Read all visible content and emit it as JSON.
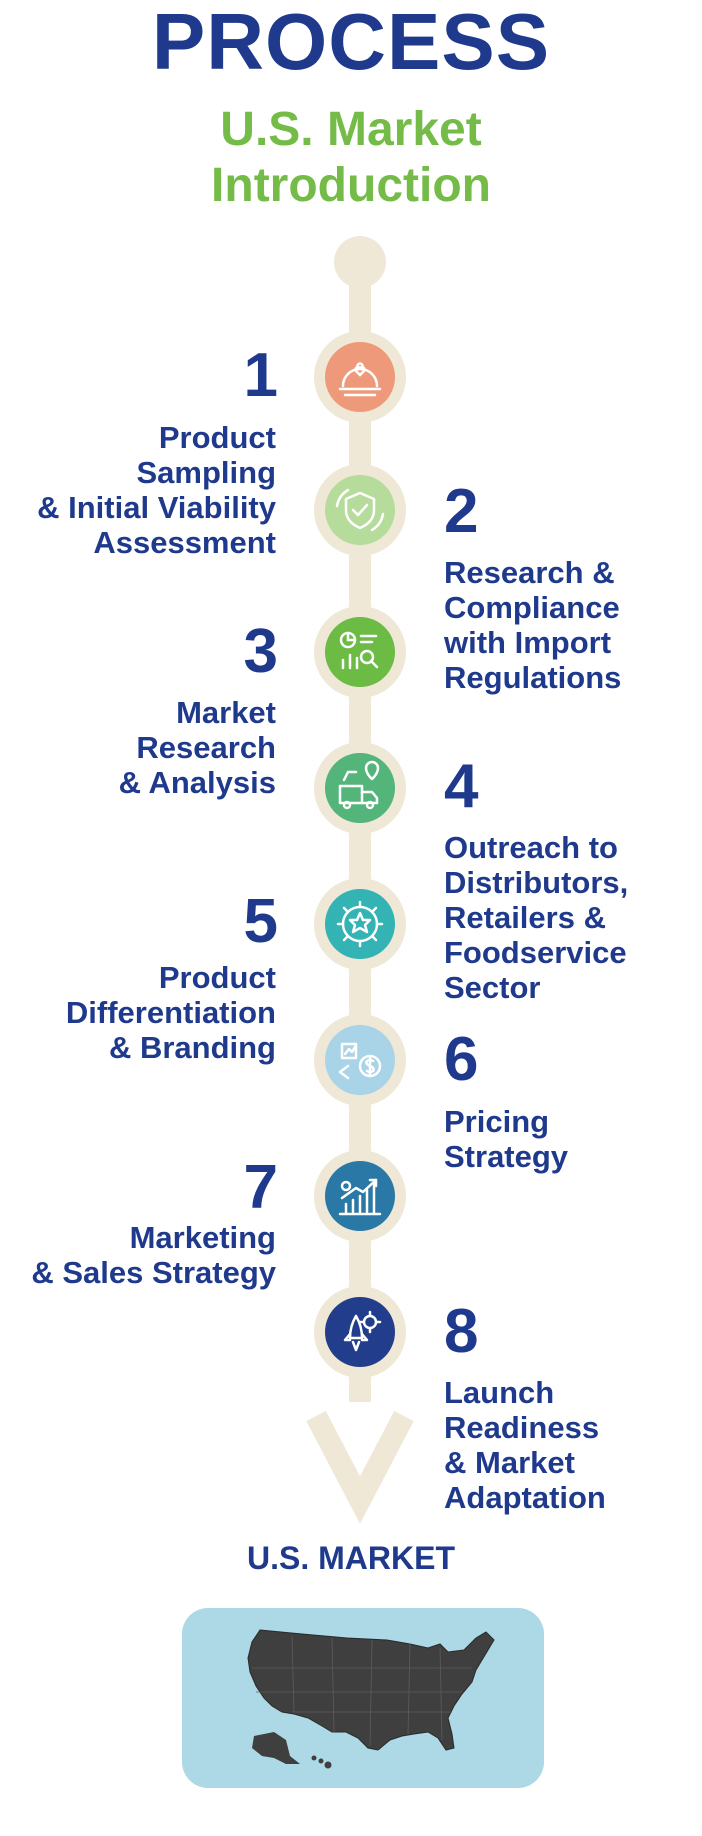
{
  "title": "PROCESS",
  "subtitle": "U.S. Market\nIntroduction",
  "steps": [
    {
      "number": "1",
      "label": "Product\nSampling\n& Initial Viability\nAssessment",
      "icon": "cloche-heart-icon",
      "color": "#ee9a7a"
    },
    {
      "number": "2",
      "label": "Research &\nCompliance\nwith Import\nRegulations",
      "icon": "shield-check-icon",
      "color": "#b6dc9c"
    },
    {
      "number": "3",
      "label": "Market\nResearch\n& Analysis",
      "icon": "chart-magnifier-icon",
      "color": "#6cbb45"
    },
    {
      "number": "4",
      "label": "Outreach to\nDistributors,\nRetailers &\nFoodservice\nSector",
      "icon": "delivery-truck-map-icon",
      "color": "#53b57a"
    },
    {
      "number": "5",
      "label": "Product\nDifferentiation\n& Branding",
      "icon": "gear-star-icon",
      "color": "#33b3b3"
    },
    {
      "number": "6",
      "label": "Pricing\nStrategy",
      "icon": "pricing-dollar-icon",
      "color": "#a9d3e6"
    },
    {
      "number": "7",
      "label": "Marketing\n& Sales Strategy",
      "icon": "growth-chart-icon",
      "color": "#2a78a6"
    },
    {
      "number": "8",
      "label": "Launch\nReadiness\n& Market\nAdaptation",
      "icon": "rocket-gear-icon",
      "color": "#223d8b"
    }
  ],
  "market": {
    "heading": "U.S. MARKET",
    "icon": "us-map-icon"
  },
  "colors": {
    "primary": "#1f3a8c",
    "accent": "#74bb47",
    "track": "#efe8d6",
    "map_bg": "#add8e6",
    "map_fill": "#3f3f3f"
  }
}
